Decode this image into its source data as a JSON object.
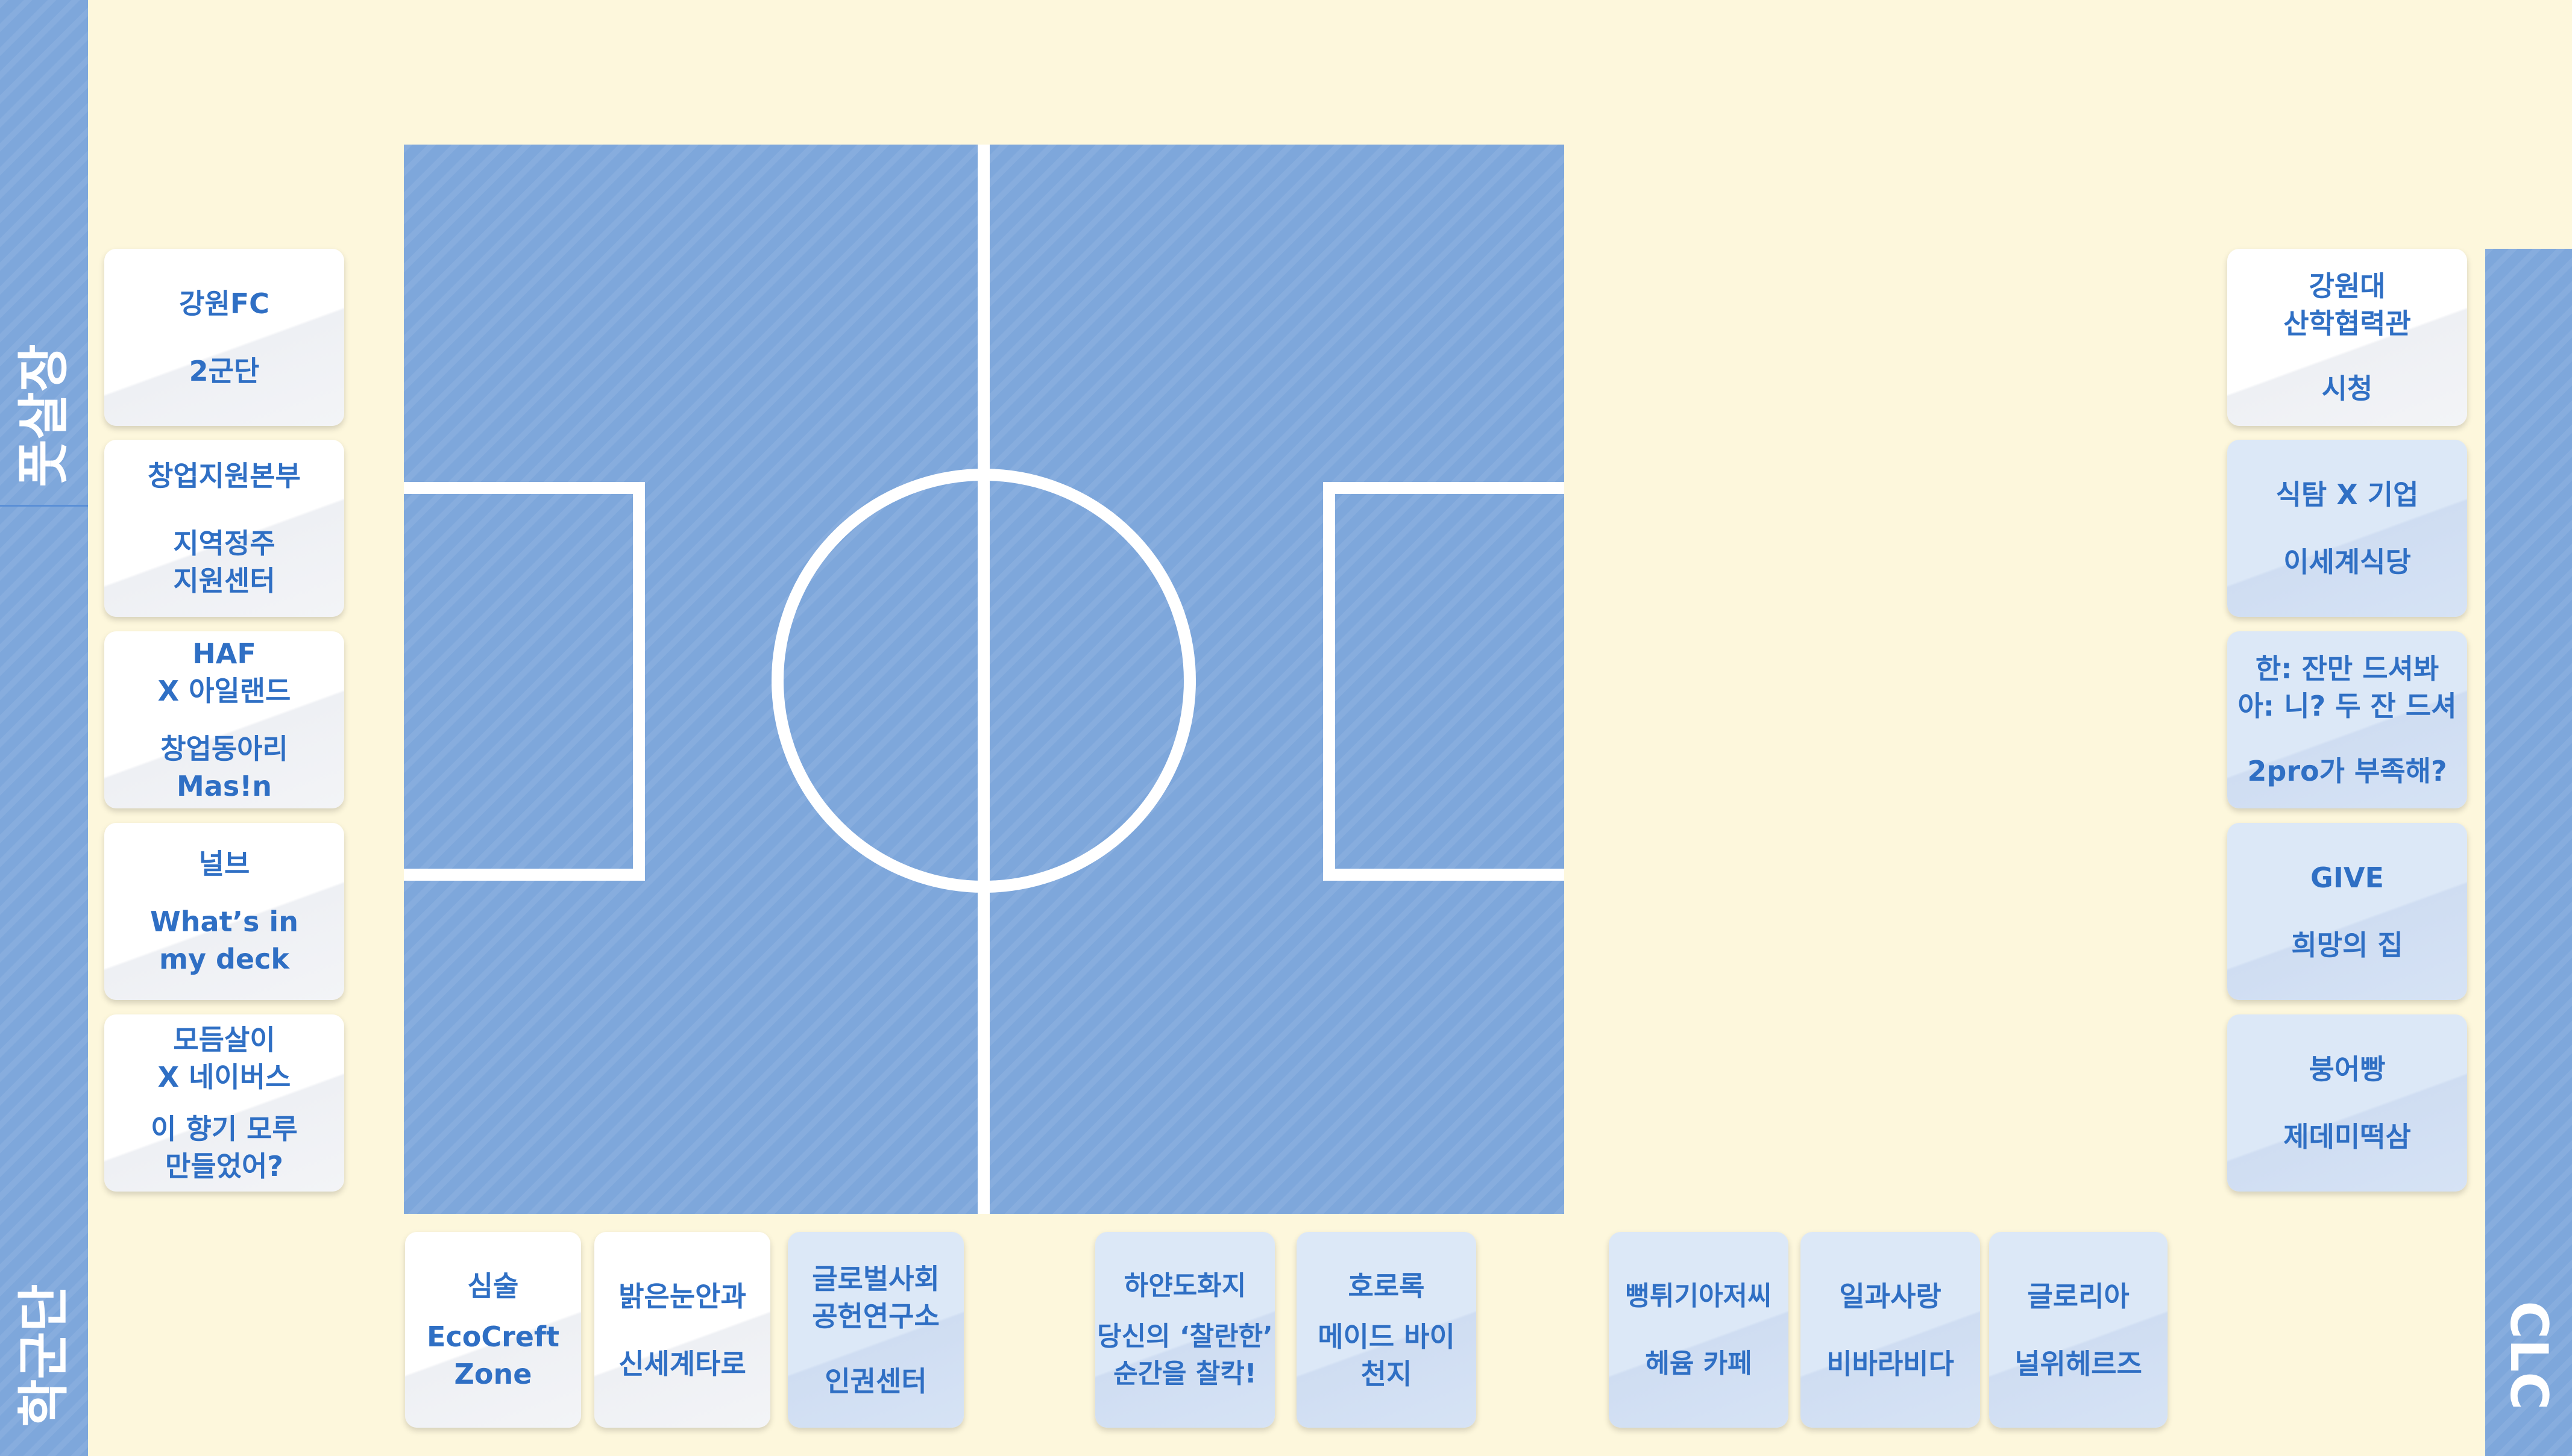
{
  "side_labels": {
    "left_top": "풋살장",
    "left_bottom": "학군단",
    "right": "CLC"
  },
  "colors": {
    "background": "#fdf7dc",
    "field": "#7ea7db",
    "field_lines": "#ffffff",
    "booth_text": "#2f6fc4",
    "booth_white": "#ffffff",
    "booth_blue": "#dce8f7"
  },
  "booths": {
    "left": [
      {
        "top": [
          "강원FC"
        ],
        "bottom": [
          "2군단"
        ]
      },
      {
        "top": [
          "창업지원본부"
        ],
        "bottom": [
          "지역정주",
          "지원센터"
        ]
      },
      {
        "top": [
          "HAF",
          "X 아일랜드"
        ],
        "bottom": [
          "창업동아리",
          "Mas!n"
        ]
      },
      {
        "top": [
          "널브"
        ],
        "bottom": [
          "What’s in",
          "my deck"
        ]
      },
      {
        "top": [
          "모듬살이",
          "X 네이버스"
        ],
        "bottom": [
          "이 향기 모루",
          "만들었어?"
        ]
      }
    ],
    "right": [
      {
        "top": [
          "강원대",
          "산학협력관"
        ],
        "bottom": [
          "시청"
        ]
      },
      {
        "top": [
          "식탐 X 기업"
        ],
        "bottom": [
          "이세계식당"
        ]
      },
      {
        "top": [
          "한: 잔만 드셔봐",
          "아: 니? 두 잔 드셔"
        ],
        "bottom": [
          "2pro가 부족해?"
        ]
      },
      {
        "top": [
          "GIVE"
        ],
        "bottom": [
          "희망의 집"
        ]
      },
      {
        "top": [
          "붕어빵"
        ],
        "bottom": [
          "제데미떡삼"
        ]
      }
    ],
    "bottom": [
      {
        "top": [
          "심술"
        ],
        "bottom": [
          "EcoCreft",
          "Zone"
        ]
      },
      {
        "top": [
          "밝은눈안과"
        ],
        "bottom": [
          "신세계타로"
        ]
      },
      {
        "top": [
          "글로벌사회",
          "공헌연구소"
        ],
        "bottom": [
          "인권센터"
        ]
      },
      {
        "top": [
          "하얀도화지"
        ],
        "bottom": [
          "당신의 ‘찰란한’",
          "순간을 찰칵!"
        ]
      },
      {
        "top": [
          "호로록"
        ],
        "bottom": [
          "메이드 바이",
          "천지"
        ]
      },
      {
        "top": [
          "뻥튀기아저씨"
        ],
        "bottom": [
          "헤윰 카페"
        ]
      },
      {
        "top": [
          "일과사랑"
        ],
        "bottom": [
          "비바라비다"
        ]
      },
      {
        "top": [
          "글로리아"
        ],
        "bottom": [
          "널위헤르즈"
        ]
      }
    ]
  }
}
